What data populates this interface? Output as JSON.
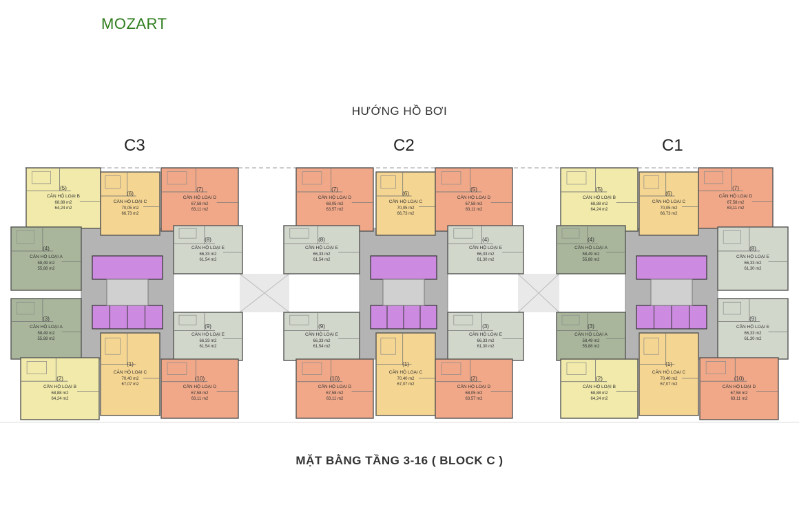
{
  "brand": "MOZART",
  "direction_label": "HƯỚNG HỒ BƠI",
  "caption": "MẶT BẰNG TẦNG 3-16 ( BLOCK C )",
  "blocks": [
    "C3",
    "C2",
    "C1"
  ],
  "colors": {
    "type_A": "#a9b69b",
    "type_B": "#f1eaaa",
    "type_C": "#f5d592",
    "type_D": "#f0a889",
    "type_E": "#d2d7cc",
    "core": "#b4b4b4",
    "stair": "#cc8be0",
    "corridor": "#e9e9e9"
  },
  "units": {
    "C3": [
      {
        "no": "(5)",
        "type": "CĂN HỘ LOẠI B",
        "area1": "68,88 m2",
        "area2": "64,24 m2"
      },
      {
        "no": "(6)",
        "type": "CĂN HỘ LOẠI C",
        "area1": "70,05 m2",
        "area2": "66,73 m2"
      },
      {
        "no": "(7)",
        "type": "CĂN HỘ LOẠI D",
        "area1": "67,58 m2",
        "area2": "63,11 m2"
      },
      {
        "no": "(4)",
        "type": "CĂN HỘ LOẠI A",
        "area1": "58,49 m2",
        "area2": "55,88 m2"
      },
      {
        "no": "(8)",
        "type": "CĂN HỘ LOẠI E",
        "area1": "66,33 m2",
        "area2": "61,54 m2"
      },
      {
        "no": "(3)",
        "type": "CĂN HỘ LOẠI A",
        "area1": "58,49 m2",
        "area2": "55,88 m2"
      },
      {
        "no": "(9)",
        "type": "CĂN HỘ LOẠI E",
        "area1": "66,33 m2",
        "area2": "61,54 m2"
      },
      {
        "no": "(2)",
        "type": "CĂN HỘ LOẠI B",
        "area1": "68,88 m2",
        "area2": "64,24 m2"
      },
      {
        "no": "(1)",
        "type": "CĂN HỘ LOẠI C",
        "area1": "70,40 m2",
        "area2": "67,07 m2"
      },
      {
        "no": "(10)",
        "type": "CĂN HỘ LOẠI D",
        "area1": "67,58 m2",
        "area2": "63,11 m2"
      }
    ],
    "C2": [
      {
        "no": "(7)",
        "type": "CĂN HỘ LOẠI D",
        "area1": "68,05 m2",
        "area2": "63,57 m2"
      },
      {
        "no": "(6)",
        "type": "CĂN HỘ LOẠI C",
        "area1": "70,05 m2",
        "area2": "66,73 m2"
      },
      {
        "no": "(5)",
        "type": "CĂN HỘ LOẠI D",
        "area1": "67,58 m2",
        "area2": "63,11 m2"
      },
      {
        "no": "(8)",
        "type": "CĂN HỘ LOẠI E",
        "area1": "66,33 m2",
        "area2": "61,54 m2"
      },
      {
        "no": "(4)",
        "type": "CĂN HỘ LOẠI E",
        "area1": "66,33 m2",
        "area2": "61,30 m2"
      },
      {
        "no": "(9)",
        "type": "CĂN HỘ LOẠI E",
        "area1": "66,33 m2",
        "area2": "61,54 m2"
      },
      {
        "no": "(3)",
        "type": "CĂN HỘ LOẠI E",
        "area1": "66,33 m2",
        "area2": "61,30 m2"
      },
      {
        "no": "(10)",
        "type": "CĂN HỘ LOẠI D",
        "area1": "67,58 m2",
        "area2": "63,11 m2"
      },
      {
        "no": "(1)",
        "type": "CĂN HỘ LOẠI C",
        "area1": "70,40 m2",
        "area2": "67,07 m2"
      },
      {
        "no": "(2)",
        "type": "CĂN HỘ LOẠI D",
        "area1": "68,05 m2",
        "area2": "63,57 m2"
      }
    ],
    "C1": [
      {
        "no": "(7)",
        "type": "CĂN HỘ LOẠI D",
        "area1": "67,58 m2",
        "area2": "63,11 m2"
      },
      {
        "no": "(6)",
        "type": "CĂN HỘ LOẠI C",
        "area1": "70,05 m2",
        "area2": "66,73 m2"
      },
      {
        "no": "(5)",
        "type": "CĂN HỘ LOẠI B",
        "area1": "68,88 m2",
        "area2": "64,24 m2"
      },
      {
        "no": "(8)",
        "type": "CĂN HỘ LOẠI E",
        "area1": "66,33 m2",
        "area2": "61,30 m2"
      },
      {
        "no": "(4)",
        "type": "CĂN HỘ LOẠI A",
        "area1": "58,49 m2",
        "area2": "55,88 m2"
      },
      {
        "no": "(9)",
        "type": "CĂN HỘ LOẠI E",
        "area1": "66,33 m2",
        "area2": "61,30 m2"
      },
      {
        "no": "(3)",
        "type": "CĂN HỘ LOẠI A",
        "area1": "58,49 m2",
        "area2": "55,88 m2"
      },
      {
        "no": "(10)",
        "type": "CĂN HỘ LOẠI D",
        "area1": "67,58 m2",
        "area2": "63,11 m2"
      },
      {
        "no": "(1)",
        "type": "CĂN HỘ LOẠI C",
        "area1": "70,40 m2",
        "area2": "67,07 m2"
      },
      {
        "no": "(2)",
        "type": "CĂN HỘ LOẠI B",
        "area1": "68,88 m2",
        "area2": "64,24 m2"
      }
    ]
  }
}
